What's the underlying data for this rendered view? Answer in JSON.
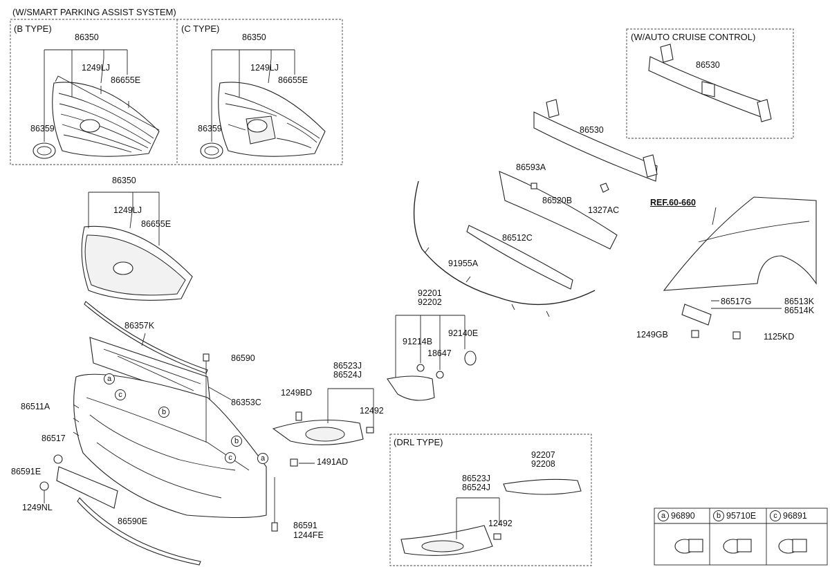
{
  "headers": {
    "spas": "(W/SMART PARKING ASSIST SYSTEM)",
    "b_type": "(B TYPE)",
    "c_type": "(C TYPE)",
    "auto_cruise": "(W/AUTO CRUISE CONTROL)",
    "drl": "(DRL TYPE)"
  },
  "ref": "REF.60-660",
  "labels": {
    "b_86350": "86350",
    "b_1249lj": "1249LJ",
    "b_86655e": "86655E",
    "b_86359": "86359",
    "c_86350": "86350",
    "c_1249lj": "1249LJ",
    "c_86655e": "86655E",
    "c_86359": "86359",
    "m_86350": "86350",
    "m_1249lj": "1249LJ",
    "m_86655e": "86655E",
    "p86357k": "86357K",
    "p86590": "86590",
    "p86353c": "86353C",
    "p86511a": "86511A",
    "p86517": "86517",
    "p86591e": "86591E",
    "p1249nl": "1249NL",
    "p86590e": "86590E",
    "p86591": "86591",
    "p1244fe": "1244FE",
    "p1491ad": "1491AD",
    "p1249bd": "1249BD",
    "p86523j": "86523J",
    "p86524j": "86524J",
    "p12492": "12492",
    "p92201": "92201",
    "p92202": "92202",
    "p91214b": "91214B",
    "p92140e": "92140E",
    "p18647": "18647",
    "p91955a": "91955A",
    "p86512c": "86512C",
    "p86520b": "86520B",
    "p86593a": "86593A",
    "p86530": "86530",
    "p1327ac": "1327AC",
    "ac_86530": "86530",
    "p86517g": "86517G",
    "p86513k": "86513K",
    "p86514k": "86514K",
    "p1249gb": "1249GB",
    "p1125kd": "1125KD",
    "d_92207": "92207",
    "d_92208": "92208",
    "d_86523j": "86523J",
    "d_86524j": "86524J",
    "d_12492": "12492"
  },
  "callouts": {
    "a": "a",
    "b": "b",
    "c": "c"
  },
  "legend": [
    {
      "letter": "a",
      "part": "96890"
    },
    {
      "letter": "b",
      "part": "95710E"
    },
    {
      "letter": "c",
      "part": "96891"
    }
  ]
}
